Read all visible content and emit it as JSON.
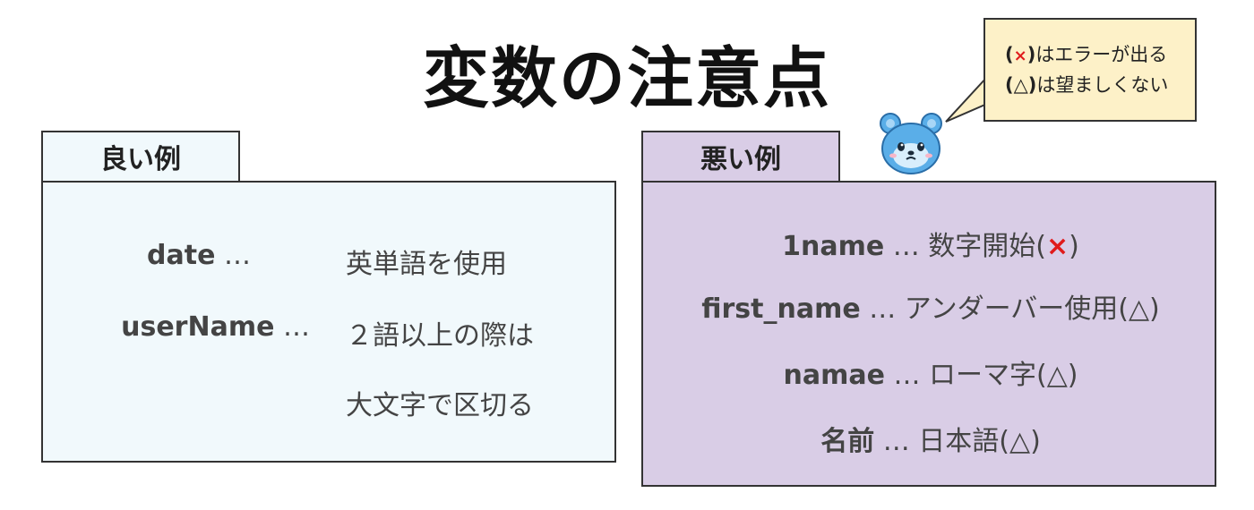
{
  "title": "変数の注意点",
  "good": {
    "tab_label": "良い例",
    "rows": [
      {
        "term": "date",
        "sep": "…",
        "desc": "英単語を使用"
      },
      {
        "term": "userName",
        "sep": "…",
        "desc": "２語以上の際は"
      },
      {
        "desc": "大文字で区切る"
      }
    ]
  },
  "bad": {
    "tab_label": "悪い例",
    "rows": [
      {
        "term": "1name",
        "sep": "…",
        "desc": "数字開始(",
        "mark": "×",
        "close": ")"
      },
      {
        "term": "first_name",
        "sep": "…",
        "desc": "アンダーバー使用(△)"
      },
      {
        "term": "namae",
        "sep": "…",
        "desc": "ローマ字(△)"
      },
      {
        "term": "名前",
        "sep": "…",
        "desc": "日本語(△)"
      }
    ]
  },
  "bubble": {
    "line1_open": "(",
    "line1_mark": "×",
    "line1_close": ")",
    "line1_text": "はエラーが出る",
    "line2_mark": "(△)",
    "line2_text": "は望ましくない"
  },
  "colors": {
    "good_bg": "#f1f9fc",
    "bad_bg": "#d9cde6",
    "bubble_bg": "#fdf1c8",
    "error_mark": "#e01b1b",
    "mascot": "#5aaee8"
  }
}
